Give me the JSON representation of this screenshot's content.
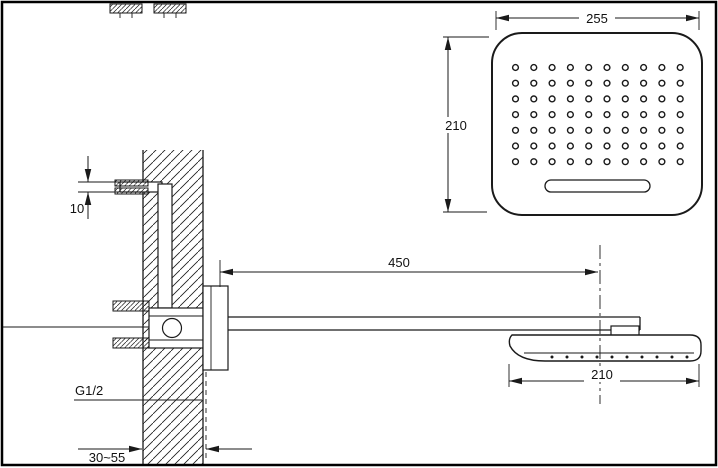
{
  "drawing": {
    "title": "shower-head-installation-drawing",
    "labels": {
      "top_width": "255",
      "top_height": "210",
      "inlet_offset": "10",
      "arm_length": "450",
      "head_width": "210",
      "thread": "G1/2",
      "wall_range": "30~55"
    },
    "nozzle_grid": {
      "rows": 7,
      "cols": 10
    },
    "side_nozzles": {
      "count": 10
    },
    "colors": {
      "line": "#1a1a1a",
      "background": "#ffffff"
    }
  }
}
